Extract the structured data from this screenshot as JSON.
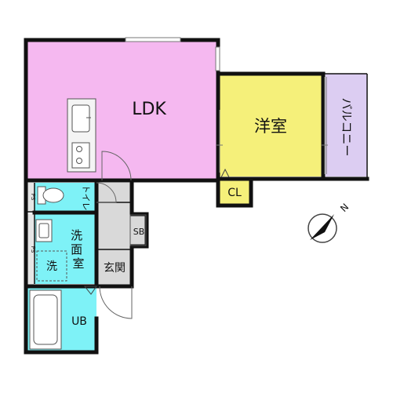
{
  "rooms": {
    "ldk": "LDK",
    "western_room": "洋室",
    "balcony": "バルコニー",
    "closet": "CL",
    "toilet": "トイレ",
    "washroom": "洗面室",
    "washer": "洗",
    "entrance": "玄関",
    "shoe_box": "SB",
    "bath": "UB",
    "ps_upper": "PS",
    "ps_lower": "PS"
  },
  "colors": {
    "ldk": "#f5b8f0",
    "western_room": "#f5f07a",
    "balcony": "#dccdf2",
    "closet": "#f5f07a",
    "wet_area": "#7ef2f7",
    "entrance": "#d9d9d9",
    "wall": "#111111"
  },
  "icons": {
    "north": "north-arrow-icon",
    "sink": "kitchen-sink-icon",
    "stove": "stove-icon"
  }
}
